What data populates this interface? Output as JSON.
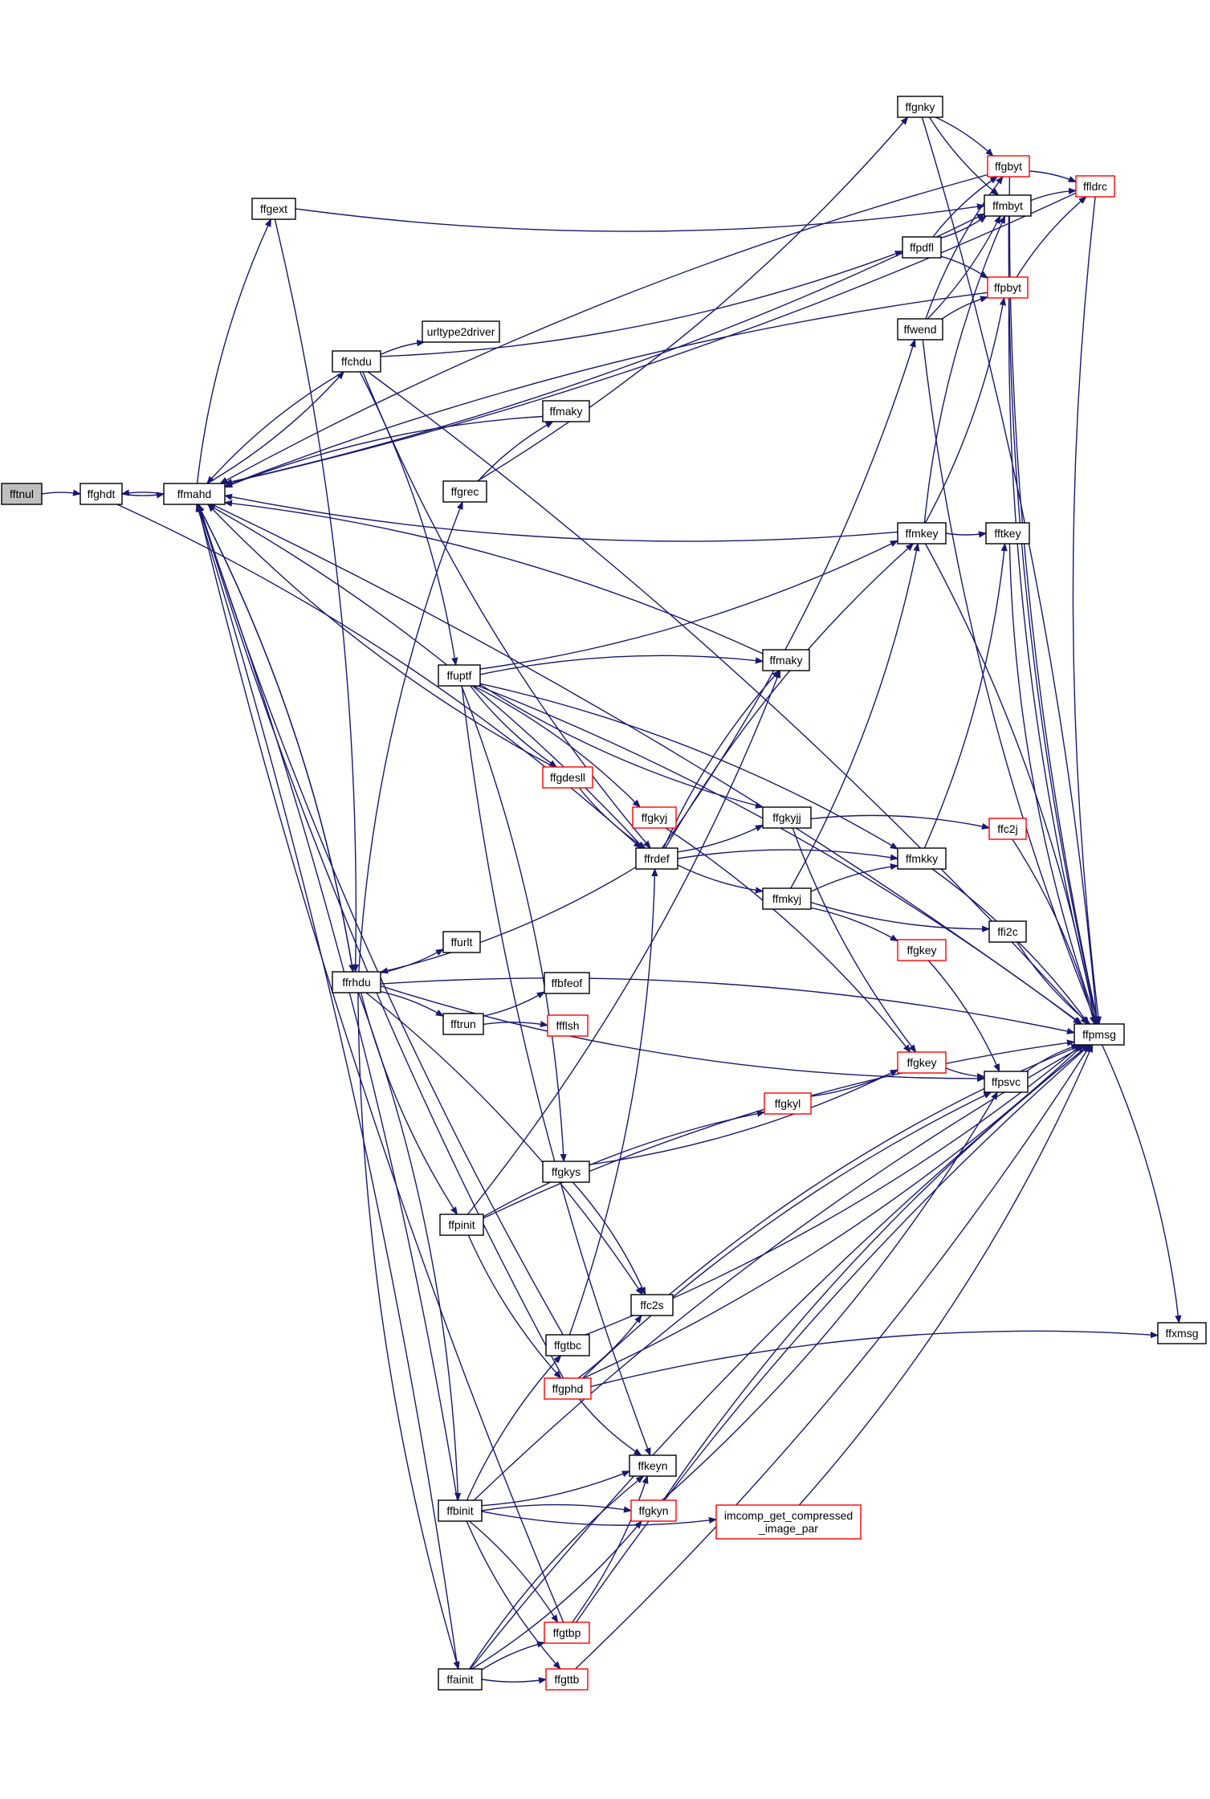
{
  "nodes": [
    {
      "id": "fftnul",
      "label": [
        "fftnul"
      ],
      "style": "root"
    },
    {
      "id": "ffghdt",
      "label": [
        "ffghdt"
      ],
      "style": "normal"
    },
    {
      "id": "ffmahd",
      "label": [
        "ffmahd"
      ],
      "style": "normal"
    },
    {
      "id": "ffgext",
      "label": [
        "ffgext"
      ],
      "style": "normal"
    },
    {
      "id": "ffchdu",
      "label": [
        "ffchdu"
      ],
      "style": "normal"
    },
    {
      "id": "urltype2driver",
      "label": [
        "urltype2driver"
      ],
      "style": "normal"
    },
    {
      "id": "ffmaky1",
      "label": [
        "ffmaky"
      ],
      "style": "normal"
    },
    {
      "id": "ffgrec",
      "label": [
        "ffgrec"
      ],
      "style": "normal"
    },
    {
      "id": "ffuptf",
      "label": [
        "ffuptf"
      ],
      "style": "normal"
    },
    {
      "id": "ffmaky2",
      "label": [
        "ffmaky"
      ],
      "style": "normal"
    },
    {
      "id": "ffgdesll",
      "label": [
        "ffgdesll"
      ],
      "style": "red"
    },
    {
      "id": "ffgkyj",
      "label": [
        "ffgkyj"
      ],
      "style": "red"
    },
    {
      "id": "ffrdef",
      "label": [
        "ffrdef"
      ],
      "style": "normal"
    },
    {
      "id": "ffrhdu",
      "label": [
        "ffrhdu"
      ],
      "style": "normal"
    },
    {
      "id": "ffurlt",
      "label": [
        "ffurlt"
      ],
      "style": "normal"
    },
    {
      "id": "fftrun",
      "label": [
        "fftrun"
      ],
      "style": "normal"
    },
    {
      "id": "ffbfeof",
      "label": [
        "ffbfeof"
      ],
      "style": "normal"
    },
    {
      "id": "ffflsh",
      "label": [
        "ffflsh"
      ],
      "style": "red"
    },
    {
      "id": "ffgkys",
      "label": [
        "ffgkys"
      ],
      "style": "normal"
    },
    {
      "id": "ffpinit",
      "label": [
        "ffpinit"
      ],
      "style": "normal"
    },
    {
      "id": "ffgtbc",
      "label": [
        "ffgtbc"
      ],
      "style": "normal"
    },
    {
      "id": "ffgphd",
      "label": [
        "ffgphd"
      ],
      "style": "red"
    },
    {
      "id": "ffc2s",
      "label": [
        "ffc2s"
      ],
      "style": "normal"
    },
    {
      "id": "ffkeyn",
      "label": [
        "ffkeyn"
      ],
      "style": "normal"
    },
    {
      "id": "ffbinit",
      "label": [
        "ffbinit"
      ],
      "style": "normal"
    },
    {
      "id": "ffgkyn",
      "label": [
        "ffgkyn"
      ],
      "style": "red"
    },
    {
      "id": "imcomp",
      "label": [
        "imcomp_get_compressed",
        "_image_par"
      ],
      "style": "red"
    },
    {
      "id": "ffgtbp",
      "label": [
        "ffgtbp"
      ],
      "style": "red"
    },
    {
      "id": "ffainit",
      "label": [
        "ffainit"
      ],
      "style": "normal"
    },
    {
      "id": "ffgttb",
      "label": [
        "ffgttb"
      ],
      "style": "red"
    },
    {
      "id": "ffgnky",
      "label": [
        "ffgnky"
      ],
      "style": "normal"
    },
    {
      "id": "ffgbyt",
      "label": [
        "ffgbyt"
      ],
      "style": "red"
    },
    {
      "id": "ffmbyt",
      "label": [
        "ffmbyt"
      ],
      "style": "normal"
    },
    {
      "id": "ffldrc",
      "label": [
        "ffldrc"
      ],
      "style": "red"
    },
    {
      "id": "ffpdfl",
      "label": [
        "ffpdfl"
      ],
      "style": "normal"
    },
    {
      "id": "ffpbyt",
      "label": [
        "ffpbyt"
      ],
      "style": "red"
    },
    {
      "id": "ffwend",
      "label": [
        "ffwend"
      ],
      "style": "normal"
    },
    {
      "id": "ffmkey",
      "label": [
        "ffmkey"
      ],
      "style": "normal"
    },
    {
      "id": "fftkey",
      "label": [
        "fftkey"
      ],
      "style": "normal"
    },
    {
      "id": "ffgkyjj",
      "label": [
        "ffgkyjj"
      ],
      "style": "normal"
    },
    {
      "id": "ffc2j",
      "label": [
        "ffc2j"
      ],
      "style": "red"
    },
    {
      "id": "ffmkky",
      "label": [
        "ffmkky"
      ],
      "style": "normal"
    },
    {
      "id": "ffmkyj",
      "label": [
        "ffmkyj"
      ],
      "style": "normal"
    },
    {
      "id": "ffi2c",
      "label": [
        "ffi2c"
      ],
      "style": "normal"
    },
    {
      "id": "ffgkey1",
      "label": [
        "ffgkey"
      ],
      "style": "red"
    },
    {
      "id": "ffpmsg",
      "label": [
        "ffpmsg"
      ],
      "style": "normal"
    },
    {
      "id": "ffgkey2",
      "label": [
        "ffgkey"
      ],
      "style": "red"
    },
    {
      "id": "ffpsvc",
      "label": [
        "ffpsvc"
      ],
      "style": "normal"
    },
    {
      "id": "ffgkyl",
      "label": [
        "ffgkyl"
      ],
      "style": "red"
    },
    {
      "id": "ffxmsg",
      "label": [
        "ffxmsg"
      ],
      "style": "normal"
    }
  ],
  "edges": [
    [
      "fftnul",
      "ffghdt"
    ],
    [
      "ffghdt",
      "ffmahd"
    ],
    [
      "ffghdt",
      "ffrdef"
    ],
    [
      "ffmahd",
      "ffghdt"
    ],
    [
      "ffmahd",
      "ffgext"
    ],
    [
      "ffmahd",
      "ffchdu"
    ],
    [
      "ffmahd",
      "ffrhdu"
    ],
    [
      "ffmahd",
      "ffmbyt"
    ],
    [
      "ffmahd",
      "ffpmsg"
    ],
    [
      "ffgext",
      "ffmbyt"
    ],
    [
      "ffgext",
      "ffrhdu"
    ],
    [
      "ffchdu",
      "ffmahd"
    ],
    [
      "ffchdu",
      "urltype2driver"
    ],
    [
      "ffchdu",
      "ffpdfl"
    ],
    [
      "ffchdu",
      "ffuptf"
    ],
    [
      "ffchdu",
      "ffrdef"
    ],
    [
      "ffchdu",
      "ffpmsg"
    ],
    [
      "ffmaky1",
      "ffmahd"
    ],
    [
      "ffgrec",
      "ffmaky1"
    ],
    [
      "ffgrec",
      "ffgnky"
    ],
    [
      "ffuptf",
      "ffmaky2"
    ],
    [
      "ffuptf",
      "ffmkey"
    ],
    [
      "ffuptf",
      "ffmkky"
    ],
    [
      "ffuptf",
      "ffgdesll"
    ],
    [
      "ffuptf",
      "ffgkyj"
    ],
    [
      "ffuptf",
      "ffgkyjj"
    ],
    [
      "ffuptf",
      "ffgkys"
    ],
    [
      "ffuptf",
      "ffkeyn"
    ],
    [
      "ffuptf",
      "ffpmsg"
    ],
    [
      "ffmaky2",
      "ffmahd"
    ],
    [
      "ffgdesll",
      "ffmahd"
    ],
    [
      "ffgdesll",
      "ffrdef"
    ],
    [
      "ffgkyj",
      "ffgkey2"
    ],
    [
      "ffrdef",
      "ffmahd"
    ],
    [
      "ffrdef",
      "ffrhdu"
    ],
    [
      "ffrdef",
      "ffwend"
    ],
    [
      "ffrdef",
      "ffmkey"
    ],
    [
      "ffrdef",
      "ffgkyjj"
    ],
    [
      "ffrdef",
      "ffmkky"
    ],
    [
      "ffrdef",
      "ffmkyj"
    ],
    [
      "ffrdef",
      "ffmaky2"
    ],
    [
      "ffrhdu",
      "ffmahd"
    ],
    [
      "ffrhdu",
      "ffgrec"
    ],
    [
      "ffrhdu",
      "ffurlt"
    ],
    [
      "ffrhdu",
      "fftrun"
    ],
    [
      "ffrhdu",
      "ffpinit"
    ],
    [
      "ffrhdu",
      "ffbinit"
    ],
    [
      "ffrhdu",
      "ffainit"
    ],
    [
      "ffrhdu",
      "ffc2s"
    ],
    [
      "ffrhdu",
      "ffpsvc"
    ],
    [
      "ffrhdu",
      "ffpmsg"
    ],
    [
      "fftrun",
      "ffbfeof"
    ],
    [
      "fftrun",
      "ffflsh"
    ],
    [
      "ffgkys",
      "ffgkey2"
    ],
    [
      "ffgkys",
      "ffc2s"
    ],
    [
      "ffpinit",
      "ffmaky2"
    ],
    [
      "ffpinit",
      "ffgkyl"
    ],
    [
      "ffpinit",
      "ffgphd"
    ],
    [
      "ffpinit",
      "ffpmsg"
    ],
    [
      "ffgtbc",
      "ffrdef"
    ],
    [
      "ffgtbc",
      "ffmahd"
    ],
    [
      "ffgtbc",
      "ffpmsg"
    ],
    [
      "ffgphd",
      "ffmahd"
    ],
    [
      "ffgphd",
      "ffc2s"
    ],
    [
      "ffgphd",
      "ffpsvc"
    ],
    [
      "ffgphd",
      "ffkeyn"
    ],
    [
      "ffgphd",
      "ffxmsg"
    ],
    [
      "ffgphd",
      "ffpmsg"
    ],
    [
      "ffc2s",
      "ffpmsg"
    ],
    [
      "ffbinit",
      "ffmahd"
    ],
    [
      "ffbinit",
      "ffgtbc"
    ],
    [
      "ffbinit",
      "ffkeyn"
    ],
    [
      "ffbinit",
      "ffgkyn"
    ],
    [
      "ffbinit",
      "imcomp"
    ],
    [
      "ffbinit",
      "ffgtbp"
    ],
    [
      "ffbinit",
      "ffgttb"
    ],
    [
      "ffbinit",
      "ffpmsg"
    ],
    [
      "ffgkyn",
      "ffpsvc"
    ],
    [
      "ffgkyn",
      "ffpmsg"
    ],
    [
      "imcomp",
      "ffpmsg"
    ],
    [
      "ffgtbp",
      "ffmahd"
    ],
    [
      "ffgtbp",
      "ffkeyn"
    ],
    [
      "ffgtbp",
      "ffpmsg"
    ],
    [
      "ffainit",
      "ffmahd"
    ],
    [
      "ffainit",
      "ffgtbp"
    ],
    [
      "ffainit",
      "ffgttb"
    ],
    [
      "ffainit",
      "ffkeyn"
    ],
    [
      "ffainit",
      "ffgkyn"
    ],
    [
      "ffainit",
      "ffpmsg"
    ],
    [
      "ffgttb",
      "ffpmsg"
    ],
    [
      "ffgnky",
      "ffgbyt"
    ],
    [
      "ffgnky",
      "ffmbyt"
    ],
    [
      "ffgnky",
      "ffpmsg"
    ],
    [
      "ffgbyt",
      "ffmahd"
    ],
    [
      "ffgbyt",
      "ffldrc"
    ],
    [
      "ffgbyt",
      "ffpmsg"
    ],
    [
      "ffmbyt",
      "ffldrc"
    ],
    [
      "ffmbyt",
      "ffpmsg"
    ],
    [
      "ffldrc",
      "ffmahd"
    ],
    [
      "ffldrc",
      "ffpmsg"
    ],
    [
      "ffpdfl",
      "ffgbyt"
    ],
    [
      "ffpdfl",
      "ffmbyt"
    ],
    [
      "ffpdfl",
      "ffpbyt"
    ],
    [
      "ffpbyt",
      "ffmahd"
    ],
    [
      "ffpbyt",
      "ffldrc"
    ],
    [
      "ffpbyt",
      "ffpmsg"
    ],
    [
      "ffwend",
      "ffgbyt"
    ],
    [
      "ffwend",
      "ffmbyt"
    ],
    [
      "ffwend",
      "ffpbyt"
    ],
    [
      "ffwend",
      "ffpmsg"
    ],
    [
      "ffmkey",
      "ffmahd"
    ],
    [
      "ffmkey",
      "fftkey"
    ],
    [
      "ffmkey",
      "ffmbyt"
    ],
    [
      "ffmkey",
      "ffpbyt"
    ],
    [
      "ffmkey",
      "ffpmsg"
    ],
    [
      "fftkey",
      "ffpmsg"
    ],
    [
      "ffgkyjj",
      "ffc2j"
    ],
    [
      "ffgkyjj",
      "ffgkey2"
    ],
    [
      "ffc2j",
      "ffpmsg"
    ],
    [
      "ffmkky",
      "fftkey"
    ],
    [
      "ffmkky",
      "ffpmsg"
    ],
    [
      "ffmkyj",
      "ffmkey"
    ],
    [
      "ffmkyj",
      "ffmkky"
    ],
    [
      "ffmkyj",
      "ffi2c"
    ],
    [
      "ffmkyj",
      "ffgkey1"
    ],
    [
      "ffi2c",
      "ffpmsg"
    ],
    [
      "ffgkey1",
      "ffpsvc"
    ],
    [
      "ffgkey2",
      "ffpsvc"
    ],
    [
      "ffpsvc",
      "ffpmsg"
    ],
    [
      "ffgkyl",
      "ffgkey2"
    ],
    [
      "ffpmsg",
      "ffxmsg"
    ]
  ]
}
